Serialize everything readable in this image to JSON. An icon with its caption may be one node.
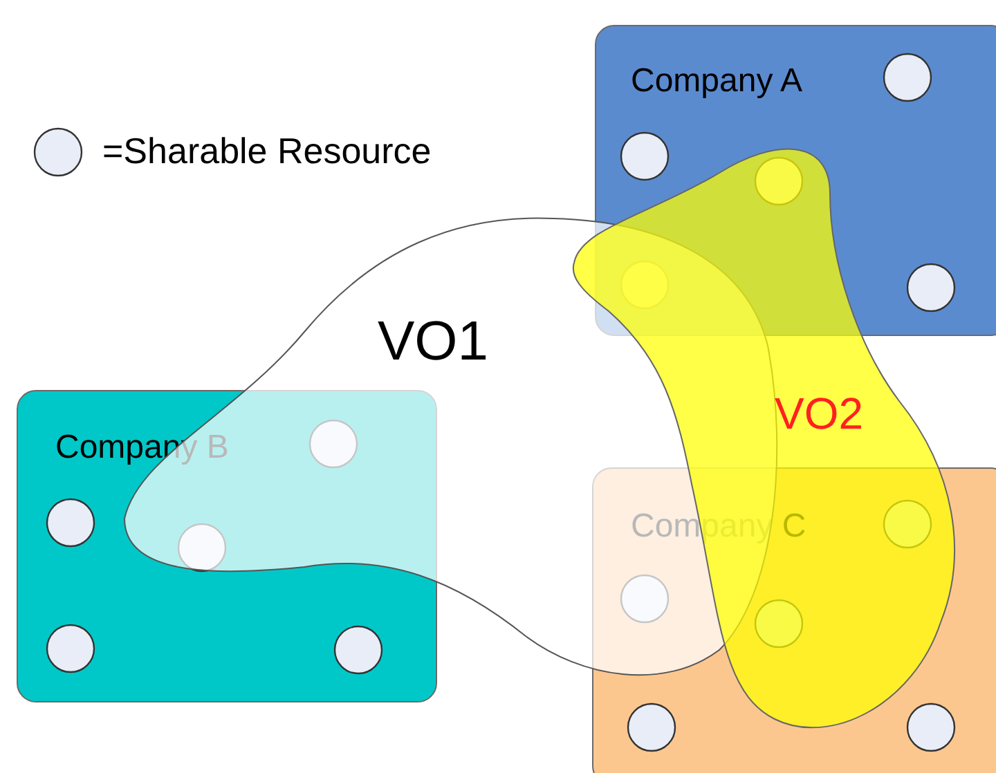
{
  "diagram": {
    "nodes": [
      {
        "text": [
          "Company A"
        ]
      },
      {
        "text": [
          "Company B"
        ]
      },
      {
        "text": [
          "Company C"
        ]
      },
      {
        "text": [
          "VO1"
        ]
      },
      {
        "text": [
          "VO2"
        ]
      }
    ],
    "legend": [
      {
        "text": "=Sharable Resource"
      }
    ]
  }
}
